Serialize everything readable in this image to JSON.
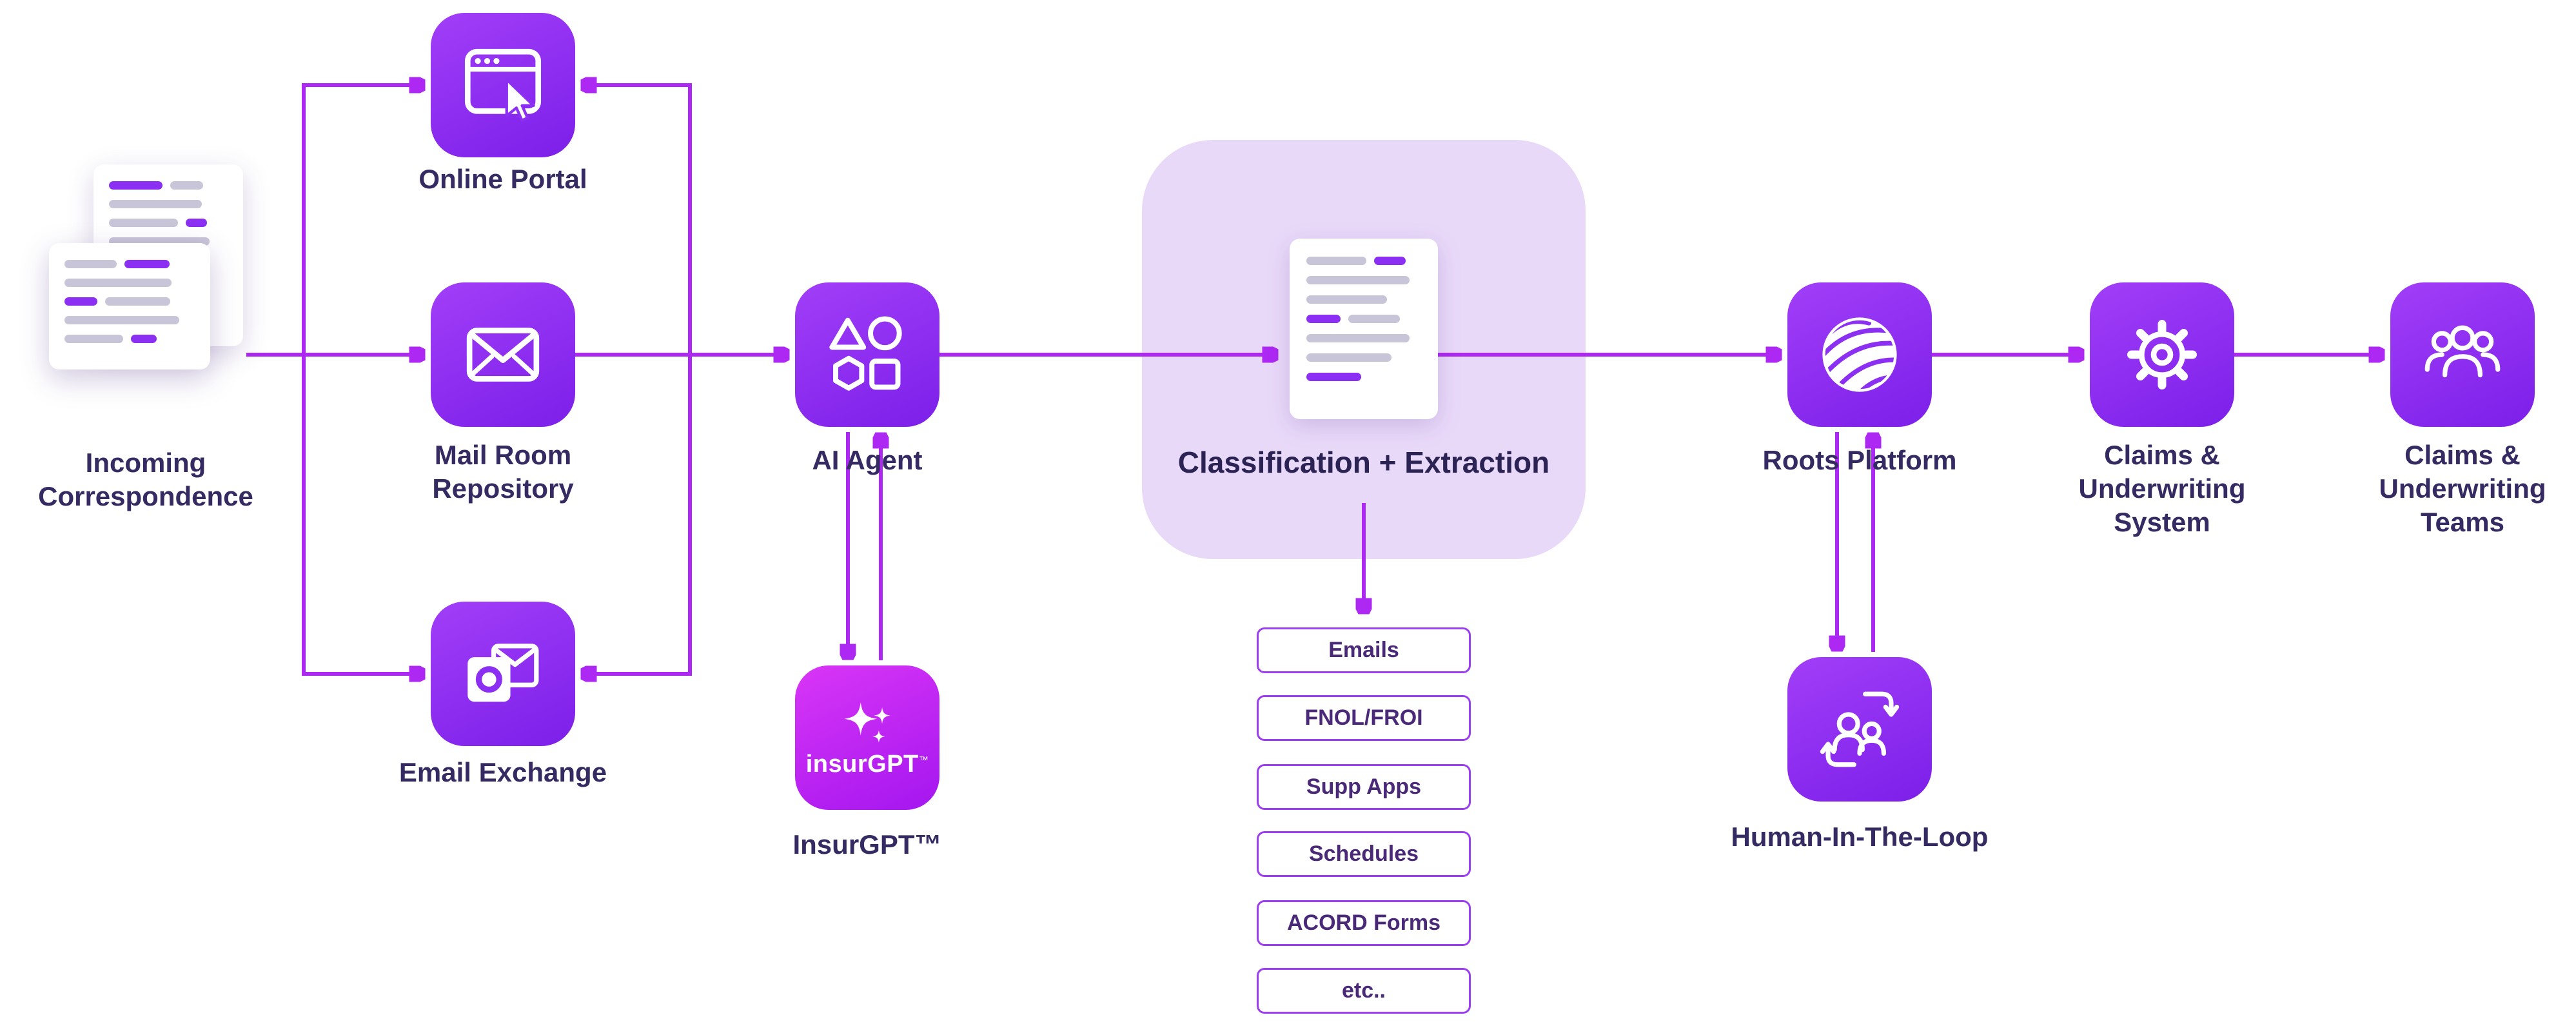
{
  "colors": {
    "background": "#ffffff",
    "tile_purple_start": "#a13ef8",
    "tile_purple_end": "#7c1fe9",
    "tile_magenta_start": "#d936f6",
    "tile_magenta_end": "#a416ef",
    "arrow": "#ad29f3",
    "label_text": "#362a62",
    "classification_box_bg": "#e9d9f9",
    "listbox_border": "#9d3df2",
    "listbox_text": "#4a2a78",
    "doc_line_gray": "#c9c5d8",
    "doc_line_purple": "#8b2ff2"
  },
  "nodes": {
    "incoming": {
      "lines": [
        "Incoming",
        "Correspondence"
      ]
    },
    "online_portal": {
      "label": "Online Portal"
    },
    "mail_room": {
      "lines": [
        "Mail Room",
        "Repository"
      ]
    },
    "email_exchange": {
      "label": "Email Exchange"
    },
    "ai_agent": {
      "label": "AI Agent"
    },
    "insurgpt": {
      "tile_text": "insurGPT",
      "tile_tm": "™",
      "label": "InsurGPT™"
    },
    "classification": {
      "label": "Classification + Extraction"
    },
    "roots": {
      "label": "Roots Platform"
    },
    "hitl": {
      "label": "Human-In-The-Loop"
    },
    "claims_system": {
      "lines": [
        "Claims &",
        "Underwriting",
        "System"
      ]
    },
    "claims_teams": {
      "lines": [
        "Claims &",
        "Underwriting",
        "Teams"
      ]
    }
  },
  "doc_types": [
    "Emails",
    "FNOL/FROI",
    "Supp Apps",
    "Schedules",
    "ACORD Forms",
    "etc.."
  ]
}
